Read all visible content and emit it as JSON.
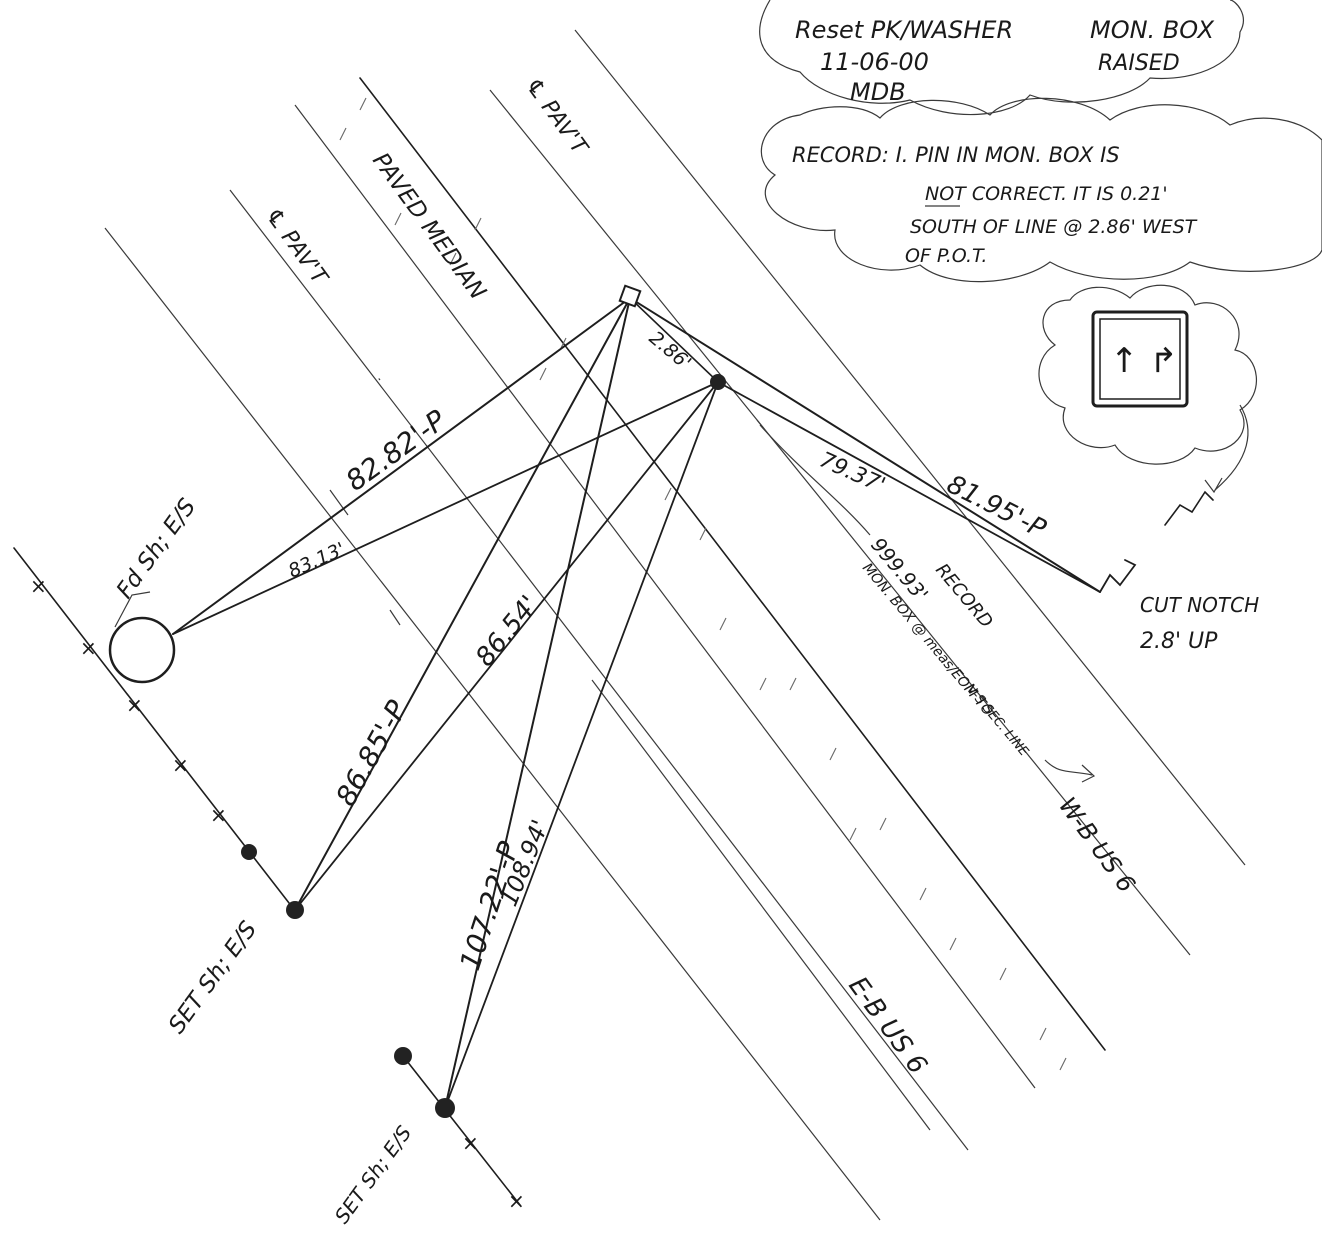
{
  "notes": {
    "reset_line1": "Reset PK/WASHER",
    "reset_date": "11-06-00",
    "reset_initials": "MDB",
    "box_line1": "MON. BOX",
    "box_line2": "RAISED",
    "record_line1": "RECORD: I. PIN IN MON. BOX IS",
    "record_line2": "NOT CORRECT. IT IS 0.21'",
    "record_line3": "SOUTH OF LINE @ 2.86' WEST",
    "record_line4": "OF P.O.T."
  },
  "roads": {
    "cl_pavt_left": "℄ PAV'T",
    "cl_pavt_right": "℄ PAV'T",
    "paved_median": "PAVED MEDIAN",
    "wb_road": "W-B US 6",
    "eb_road": "E-B US 6"
  },
  "points": {
    "found": "Fd Sh; E/S",
    "set1": "SET Sh; E/S",
    "set2": "SET Sh; E/S",
    "cut_notch_line1": "CUT NOTCH",
    "cut_notch_line2": "2.8' UP"
  },
  "measurements": {
    "d_2_86": "2.86'",
    "d_82_82": "82.82'-P",
    "d_83_13": "83.13'",
    "d_86_85": "86.85'-P",
    "d_86_54": "86.54'",
    "d_107_22": "107.22'-P",
    "d_108_94": "108.94'",
    "d_79_37": "79.37'",
    "d_81_95": "81.95'-P"
  },
  "record_note": {
    "line1": "RECORD",
    "line2": "999.93'",
    "line3": "MON. BOX @ meas/EOM TO",
    "line4": "N-S SEC. LINE"
  },
  "sign": {
    "arrows": "↑ ↱"
  }
}
